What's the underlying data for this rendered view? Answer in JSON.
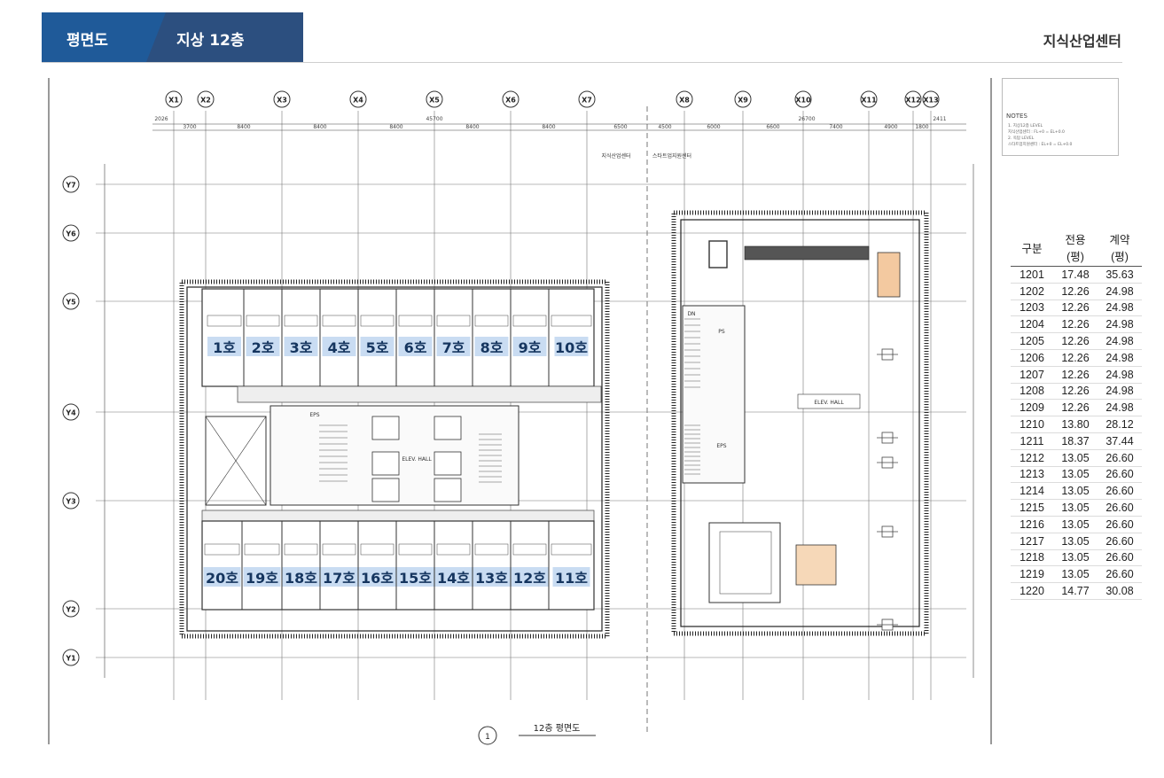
{
  "header": {
    "tab_label": "평면도",
    "floor_label": "지상 12층",
    "site_name": "지식산업센터"
  },
  "plan": {
    "grid_x": [
      "X1",
      "X2",
      "X3",
      "X4",
      "X5",
      "X6",
      "X7",
      "X8",
      "X9",
      "X10",
      "X11",
      "X12",
      "X13"
    ],
    "grid_y": [
      "Y7",
      "Y6",
      "Y5",
      "Y4",
      "Y3",
      "Y2",
      "Y1"
    ],
    "dims_top": [
      "3700",
      "8400",
      "8400",
      "8400",
      "8400",
      "8400",
      "6500",
      "4500",
      "6000",
      "6600",
      "7400",
      "4900",
      "1800"
    ],
    "dim_total_left": "45700",
    "dim_total_right": "26700",
    "dim_edge_left": "2026",
    "dim_edge_right": "2411",
    "upper_units": [
      "1호",
      "2호",
      "3호",
      "4호",
      "5호",
      "6호",
      "7호",
      "8호",
      "9호",
      "10호"
    ],
    "lower_units": [
      "20호",
      "19호",
      "18호",
      "17호",
      "16호",
      "15호",
      "14호",
      "13호",
      "12호",
      "11호"
    ],
    "elev_hall": "ELEV. HALL",
    "elev_hall_right": "ELEV. HALL",
    "eps": "EPS",
    "ps": "PS",
    "dn": "DN",
    "caption_number": "1",
    "caption_title": "12층 평면도",
    "zone_label_left": "지식산업센터",
    "zone_label_right": "스타트업지원센터"
  },
  "notes": {
    "heading": "NOTES",
    "lines": [
      "1. 지상12층 LEVEL",
      "지식산업센터 : FL+0 = EL+0.0",
      "2. 옥탑 LEVEL",
      "스타트업지원센터 : EL+0 = EL+0.0"
    ]
  },
  "area_table": {
    "headers": [
      "구분",
      "전용(평)",
      "계약(평)"
    ],
    "rows": [
      [
        "1201",
        "17.48",
        "35.63"
      ],
      [
        "1202",
        "12.26",
        "24.98"
      ],
      [
        "1203",
        "12.26",
        "24.98"
      ],
      [
        "1204",
        "12.26",
        "24.98"
      ],
      [
        "1205",
        "12.26",
        "24.98"
      ],
      [
        "1206",
        "12.26",
        "24.98"
      ],
      [
        "1207",
        "12.26",
        "24.98"
      ],
      [
        "1208",
        "12.26",
        "24.98"
      ],
      [
        "1209",
        "12.26",
        "24.98"
      ],
      [
        "1210",
        "13.80",
        "28.12"
      ],
      [
        "1211",
        "18.37",
        "37.44"
      ],
      [
        "1212",
        "13.05",
        "26.60"
      ],
      [
        "1213",
        "13.05",
        "26.60"
      ],
      [
        "1214",
        "13.05",
        "26.60"
      ],
      [
        "1215",
        "13.05",
        "26.60"
      ],
      [
        "1216",
        "13.05",
        "26.60"
      ],
      [
        "1217",
        "13.05",
        "26.60"
      ],
      [
        "1218",
        "13.05",
        "26.60"
      ],
      [
        "1219",
        "13.05",
        "26.60"
      ],
      [
        "1220",
        "14.77",
        "30.08"
      ]
    ]
  },
  "colors": {
    "header_blue": "#1f5a99",
    "header_dark": "#2c4f7f",
    "unit_highlight": "#c9dcf2",
    "unit_text": "#15355f"
  }
}
